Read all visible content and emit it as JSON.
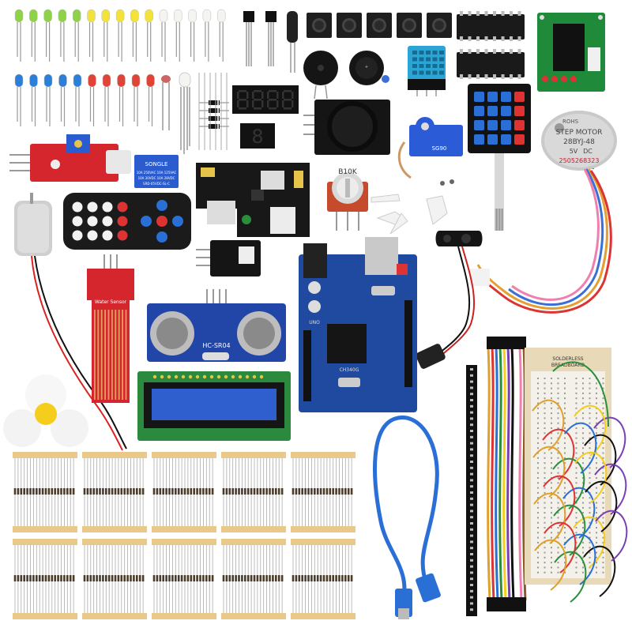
{
  "labels": {
    "step_motor_brand": "ROHS",
    "step_motor_title": "STEP MOTOR",
    "step_motor_model": "28BYJ-48",
    "step_motor_voltage": "5V",
    "step_motor_dc": "DC",
    "step_motor_serial": "2505268323",
    "potentiometer": "B10K",
    "water_sensor": "Water Sensor",
    "ultrasonic": "HC-SR04",
    "relay_brand": "SONGLE",
    "relay_rating_1": "10A 250VAC  10A 125VAC",
    "relay_rating_2": "10A 30VDC  10A 28VDC",
    "relay_model": "SRD-05VDC-SL-C",
    "breadboard_1": "SOLDERLESS",
    "breadboard_2": "BREADBOARD",
    "arduino_silk": "UNO",
    "arduino_chip": "CH340G",
    "servo_model": "SG90",
    "seven_seg_digit": "8"
  },
  "colors": {
    "led_green": "#8fd24a",
    "led_yellow": "#f3e23a",
    "led_white": "#f4f4f0",
    "led_blue": "#2b7fd8",
    "led_red": "#e04438",
    "module_red": "#d4262c",
    "arduino_blue": "#1f4aa0",
    "pcb_green": "#2e8b2e",
    "breadboard": "#f3f1ea",
    "resistor_paper": "#e8c98a",
    "resistor_body": "#4a3b2a",
    "usb_cable": "#2a6fd6",
    "lcd_screen": "#2f5fcf",
    "jumper_wire": "#e0a02a"
  }
}
